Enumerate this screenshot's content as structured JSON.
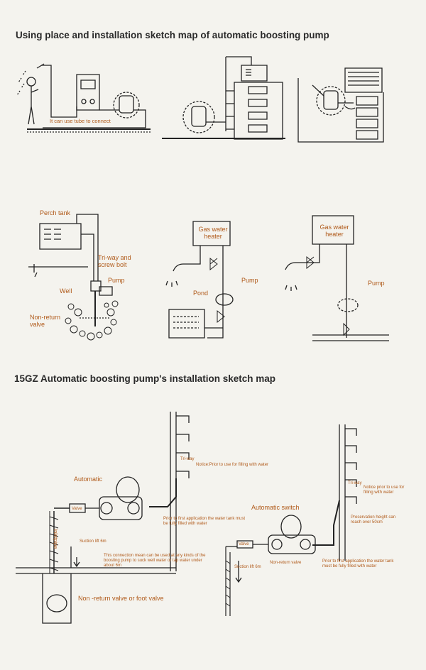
{
  "titles": {
    "top": "Using place and installation sketch map of automatic boosting pump",
    "bottom": "15GZ Automatic boosting pump's installation sketch map"
  },
  "row1": {
    "tube_note": "It can use tube to connect"
  },
  "row2": {
    "perch_tank": "Perch tank",
    "tri_way_screw": "Tri-way and screw bolt",
    "pump_a": "Pump",
    "well": "Well",
    "non_return_valve": "Non-return valve",
    "gas_heater_b": "Gas water heater",
    "pump_b": "Pump",
    "pond": "Pond",
    "gas_heater_c": "Gas water heater",
    "pump_c": "Pump"
  },
  "left_diagram": {
    "automatic": "Automatic",
    "tri_way": "Tri-way",
    "notice": "Notice:Prior to use for filling with water",
    "valve": "Valve",
    "inletpipe": "Inletpipe",
    "suction_lift": "Suction lift 6m",
    "first_application": "Prior to first application the water tank must be fully filled with water",
    "connection_mean": "This connection mean can be used at any kinds of the boosting pump to suck well water or tap water under about 6m",
    "foot_valve": "Non -return valve or foot valve"
  },
  "right_diagram": {
    "automatic_switch": "Automatic switch",
    "tri_way": "Tri-way",
    "notice": "Notice prior to use for filling with water",
    "preservation": "Preservation height can reach over 50cm",
    "valve": "Valve",
    "suction_lift": "Suction lift 6m",
    "non_return_valve": "Non-return valve",
    "first_application": "Prior to first application the water tank must be fully filled with water"
  },
  "colors": {
    "ink": "#222222",
    "label": "#b05a1a",
    "paper": "#f4f3ee"
  }
}
